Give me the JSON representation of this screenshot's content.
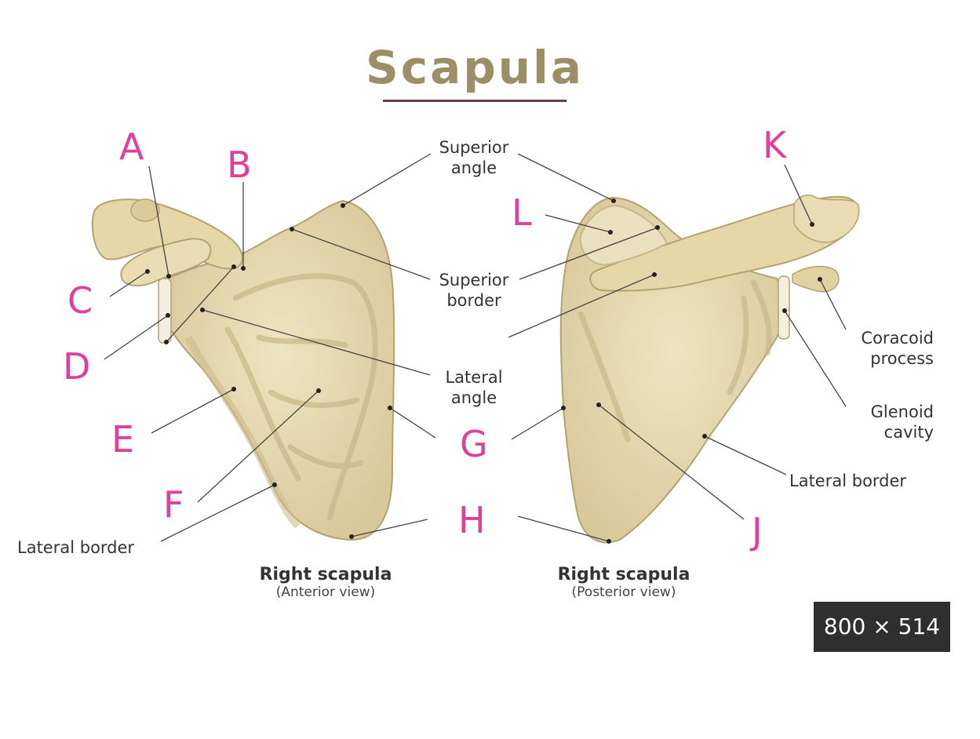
{
  "title": "Scapula",
  "labels": {
    "superior_angle": [
      "Superior",
      "angle"
    ],
    "superior_border": [
      "Superior",
      "border"
    ],
    "lateral_angle": [
      "Lateral",
      "angle"
    ],
    "coracoid_process": [
      "Coracoid",
      "process"
    ],
    "glenoid_cavity": [
      "Glenoid",
      "cavity"
    ],
    "lateral_border_right": "Lateral border",
    "lateral_border_left": "Lateral border"
  },
  "letters": {
    "A": "A",
    "B": "B",
    "C": "C",
    "D": "D",
    "E": "E",
    "F": "F",
    "G": "G",
    "H": "H",
    "J": "J",
    "K": "K",
    "L": "L"
  },
  "captions": {
    "anterior": {
      "title": "Right scapula",
      "subtitle": "(Anterior view)"
    },
    "posterior": {
      "title": "Right scapula",
      "subtitle": "(Posterior view)"
    }
  },
  "image_size_badge": "800 × 514",
  "colors": {
    "bone": "#e9dcb4",
    "bone_shadow": "#c9b888",
    "bone_outline": "#b5a273",
    "letter": "#e0409a",
    "title": "#9a8f66",
    "title_rule": "#6a3f44"
  }
}
